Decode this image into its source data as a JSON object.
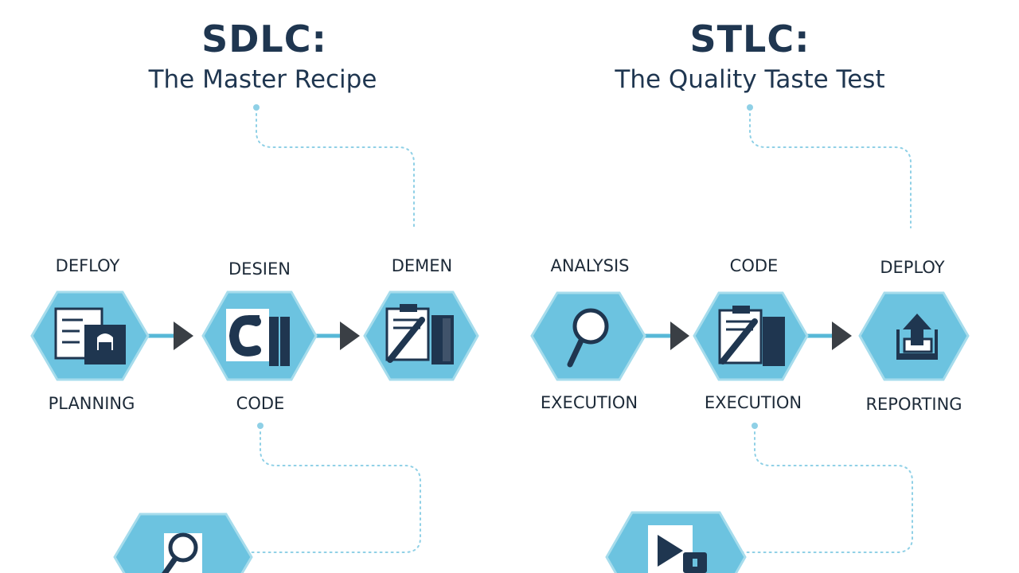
{
  "colors": {
    "hex_fill": "#6cc3e0",
    "hex_edge": "#9ad7ea",
    "connector": "#57b8d7",
    "arrow": "#3a3f45",
    "navy": "#1f3650",
    "dotted": "#8fd0e6"
  },
  "sdlc": {
    "title": "SDLC:",
    "subtitle": "The Master Recipe",
    "stages": [
      {
        "top": "DEFLOY",
        "bottom": "PLANNING",
        "icon": "document-bag-icon"
      },
      {
        "top": "DESIEN",
        "bottom": "CODE",
        "icon": "code-bracket-icon"
      },
      {
        "top": "DEMEN",
        "bottom": "",
        "icon": "clipboard-pen-icon"
      }
    ]
  },
  "stlc": {
    "title": "STLC:",
    "subtitle": "The Quality Taste Test",
    "stages": [
      {
        "top": "ANALYSIS",
        "bottom": "EXECUTION",
        "icon": "magnifier-icon"
      },
      {
        "top": "CODE",
        "bottom": "EXECUTION",
        "icon": "clipboard-pen-icon"
      },
      {
        "top": "DEPLOY",
        "bottom": "REPORTING",
        "icon": "upload-tray-icon"
      }
    ]
  }
}
